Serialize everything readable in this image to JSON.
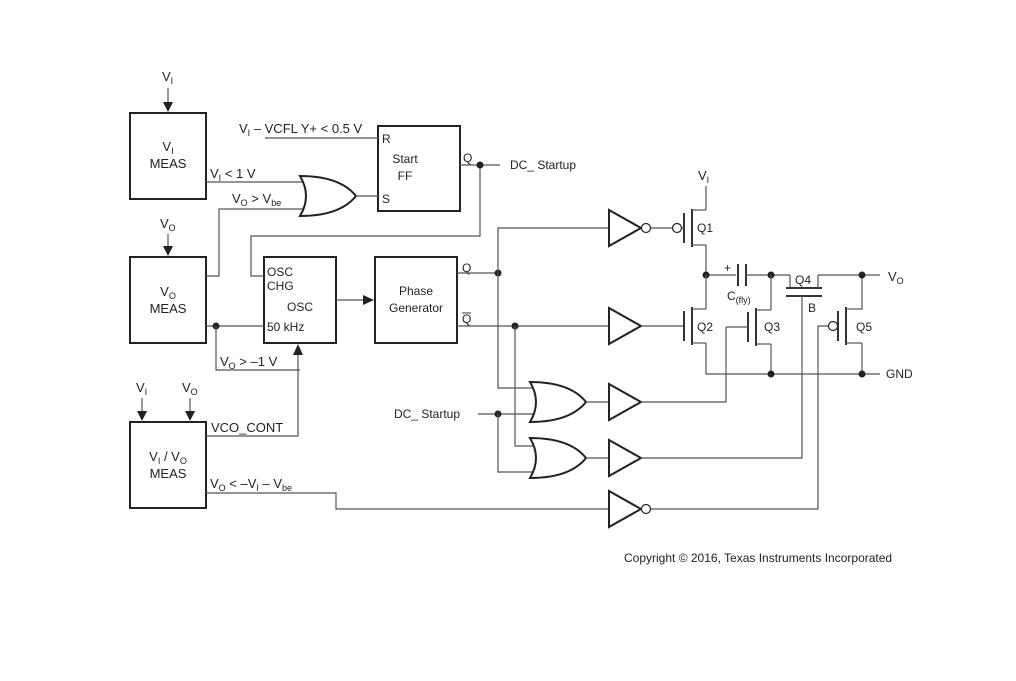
{
  "blocks": {
    "vi_meas": {
      "line1": "V",
      "line1_sub": "I",
      "line2": "MEAS"
    },
    "vo_meas": {
      "line1": "V",
      "line1_sub": "O",
      "line2": "MEAS"
    },
    "vivo_meas": {
      "a": "V",
      "a_sub": "I",
      "slash": " / V",
      "b_sub": "O",
      "line2": "MEAS"
    },
    "start_ff": {
      "line1": "Start",
      "line2": "FF",
      "pin_r": "R",
      "pin_s": "S",
      "pin_q": "Q"
    },
    "osc": {
      "pin_chg_1": "OSC",
      "pin_chg_2": "CHG",
      "center": "OSC",
      "freq": "50 kHz"
    },
    "phase_gen": {
      "line1": "Phase",
      "line2": "Generator",
      "pin_q": "Q",
      "pin_qbar": "Q"
    }
  },
  "inputs": {
    "vi_top": {
      "main": "V",
      "sub": "I"
    },
    "vo_mid": {
      "main": "V",
      "sub": "O"
    },
    "vi_bottom": {
      "main": "V",
      "sub": "I"
    },
    "vo_bottom": {
      "main": "V",
      "sub": "O"
    }
  },
  "signals": {
    "reset_cond": {
      "p1": "V",
      "p1_sub": "I",
      "p2": " – VCFL Y+ < 0.5 V"
    },
    "vi_lt_1v": {
      "p1": "V",
      "p1_sub": "I",
      "p2": " < 1 V"
    },
    "vo_gt_vbe": {
      "p1": "V",
      "p1_sub": "O",
      "p2": " > V",
      "p2_sub": "be"
    },
    "vo_gt_m1v": {
      "p1": "V",
      "p1_sub": "O",
      "p2": " > –1 V"
    },
    "vco_cont": "VCO_CONT",
    "vo_lt_cond": {
      "p1": "V",
      "p1_sub": "O",
      "p2": " < –V",
      "p2_sub": "I",
      "p3": " – V",
      "p3_sub": "be"
    },
    "dc_startup_out": "DC_ Startup",
    "dc_startup_in": "DC_ Startup"
  },
  "power": {
    "vi_rail": {
      "main": "V",
      "sub": "I"
    },
    "vo_out": {
      "main": "V",
      "sub": "O"
    },
    "gnd": "GND"
  },
  "devices": {
    "q1": "Q1",
    "q2": "Q2",
    "q3": "Q3",
    "q4": "Q4",
    "q5": "Q5",
    "cfly": {
      "main": "C",
      "sub": "(fly)"
    },
    "cap_plus": "+",
    "node_b": "B"
  },
  "copyright": "Copyright © 2016, Texas Instruments Incorporated"
}
